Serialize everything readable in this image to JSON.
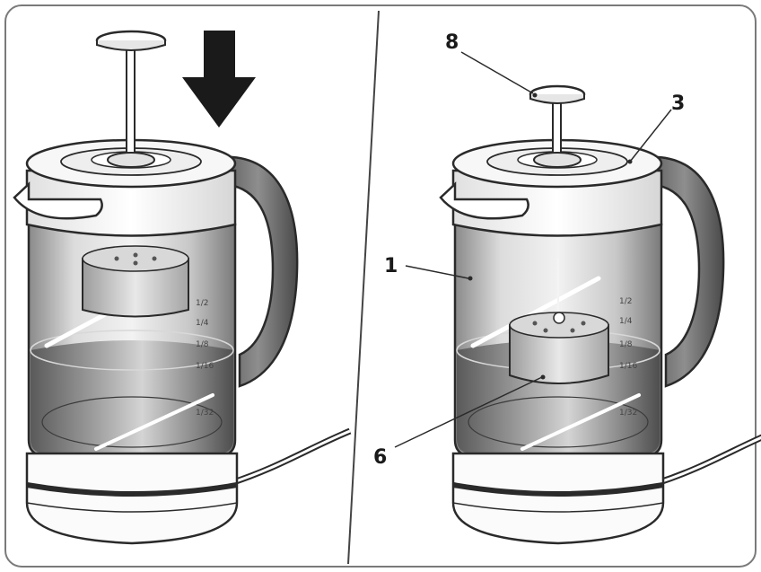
{
  "panels": [
    {
      "id": "before",
      "action_icon": "down-arrow-icon"
    },
    {
      "id": "after"
    }
  ],
  "callouts": [
    {
      "number": "8",
      "part": "plunger-knob"
    },
    {
      "number": "3",
      "part": "lid"
    },
    {
      "number": "1",
      "part": "glass-jug"
    },
    {
      "number": "6",
      "part": "infuser-filter"
    }
  ],
  "level_marks": [
    "1/2",
    "1/4",
    "1/8",
    "1/16",
    "1/32"
  ],
  "colors": {
    "outline": "#2a2a2a",
    "glass_light": "#eeeeee",
    "glass_dark": "#6e6e6e",
    "panel_border": "#7a7a7a"
  }
}
